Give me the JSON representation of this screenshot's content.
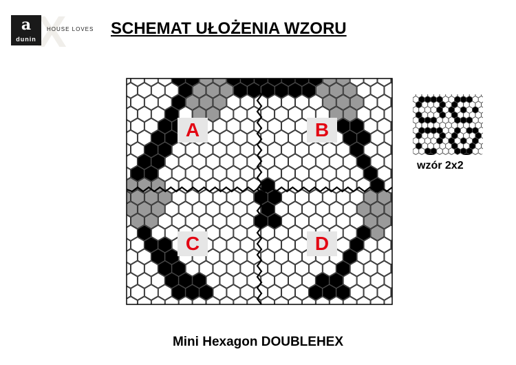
{
  "brand": {
    "mark": "a",
    "name": "dunin",
    "tagline": "HOUSE LOVES"
  },
  "title": "SCHEMAT UŁOŻENIA WZORU",
  "sections": [
    {
      "id": "a",
      "label": "A"
    },
    {
      "id": "b",
      "label": "B"
    },
    {
      "id": "c",
      "label": "C"
    },
    {
      "id": "d",
      "label": "D"
    }
  ],
  "preview": {
    "caption": "wzór 2x2"
  },
  "product": "Mini Hexagon DOUBLEHEX",
  "colors": {
    "black_tile": "#000000",
    "white_tile": "#ffffff",
    "grey_tile": "#9a9a9a",
    "label_text": "#e30613",
    "label_background": "#e6e6e6"
  }
}
